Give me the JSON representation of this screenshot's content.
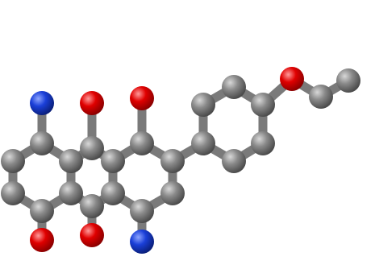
{
  "molecule": {
    "style": "ball-and-stick",
    "colors": {
      "background": "#ffffff",
      "carbon": "#6e6e6e",
      "carbon_highlight": "#d8d8d8",
      "oxygen": "#d40000",
      "oxygen_highlight": "#ff9a9a",
      "nitrogen": "#1a3fd8",
      "nitrogen_highlight": "#8fa6ff",
      "bond": "#7a7a7a"
    },
    "atoms": [
      {
        "id": "c1",
        "element": "C"
      },
      {
        "id": "c2",
        "element": "C"
      },
      {
        "id": "c3",
        "element": "C"
      },
      {
        "id": "c4",
        "element": "C"
      },
      {
        "id": "c4a",
        "element": "C"
      },
      {
        "id": "c9a",
        "element": "C"
      },
      {
        "id": "c10a",
        "element": "C"
      },
      {
        "id": "c5",
        "element": "C"
      },
      {
        "id": "c6",
        "element": "C"
      },
      {
        "id": "c7",
        "element": "C"
      },
      {
        "id": "c8",
        "element": "C"
      },
      {
        "id": "c8a",
        "element": "C"
      },
      {
        "id": "c9",
        "element": "C"
      },
      {
        "id": "c10",
        "element": "C"
      },
      {
        "id": "p1",
        "element": "C"
      },
      {
        "id": "p2",
        "element": "C"
      },
      {
        "id": "p3",
        "element": "C"
      },
      {
        "id": "p4",
        "element": "C"
      },
      {
        "id": "p5",
        "element": "C"
      },
      {
        "id": "p6",
        "element": "C"
      },
      {
        "id": "ec1",
        "element": "C"
      },
      {
        "id": "ec2",
        "element": "C"
      },
      {
        "id": "o9",
        "element": "O"
      },
      {
        "id": "o10",
        "element": "O"
      },
      {
        "id": "o1",
        "element": "O"
      },
      {
        "id": "o5",
        "element": "O"
      },
      {
        "id": "oe",
        "element": "O"
      },
      {
        "id": "n8",
        "element": "N"
      },
      {
        "id": "n4",
        "element": "N"
      }
    ]
  }
}
